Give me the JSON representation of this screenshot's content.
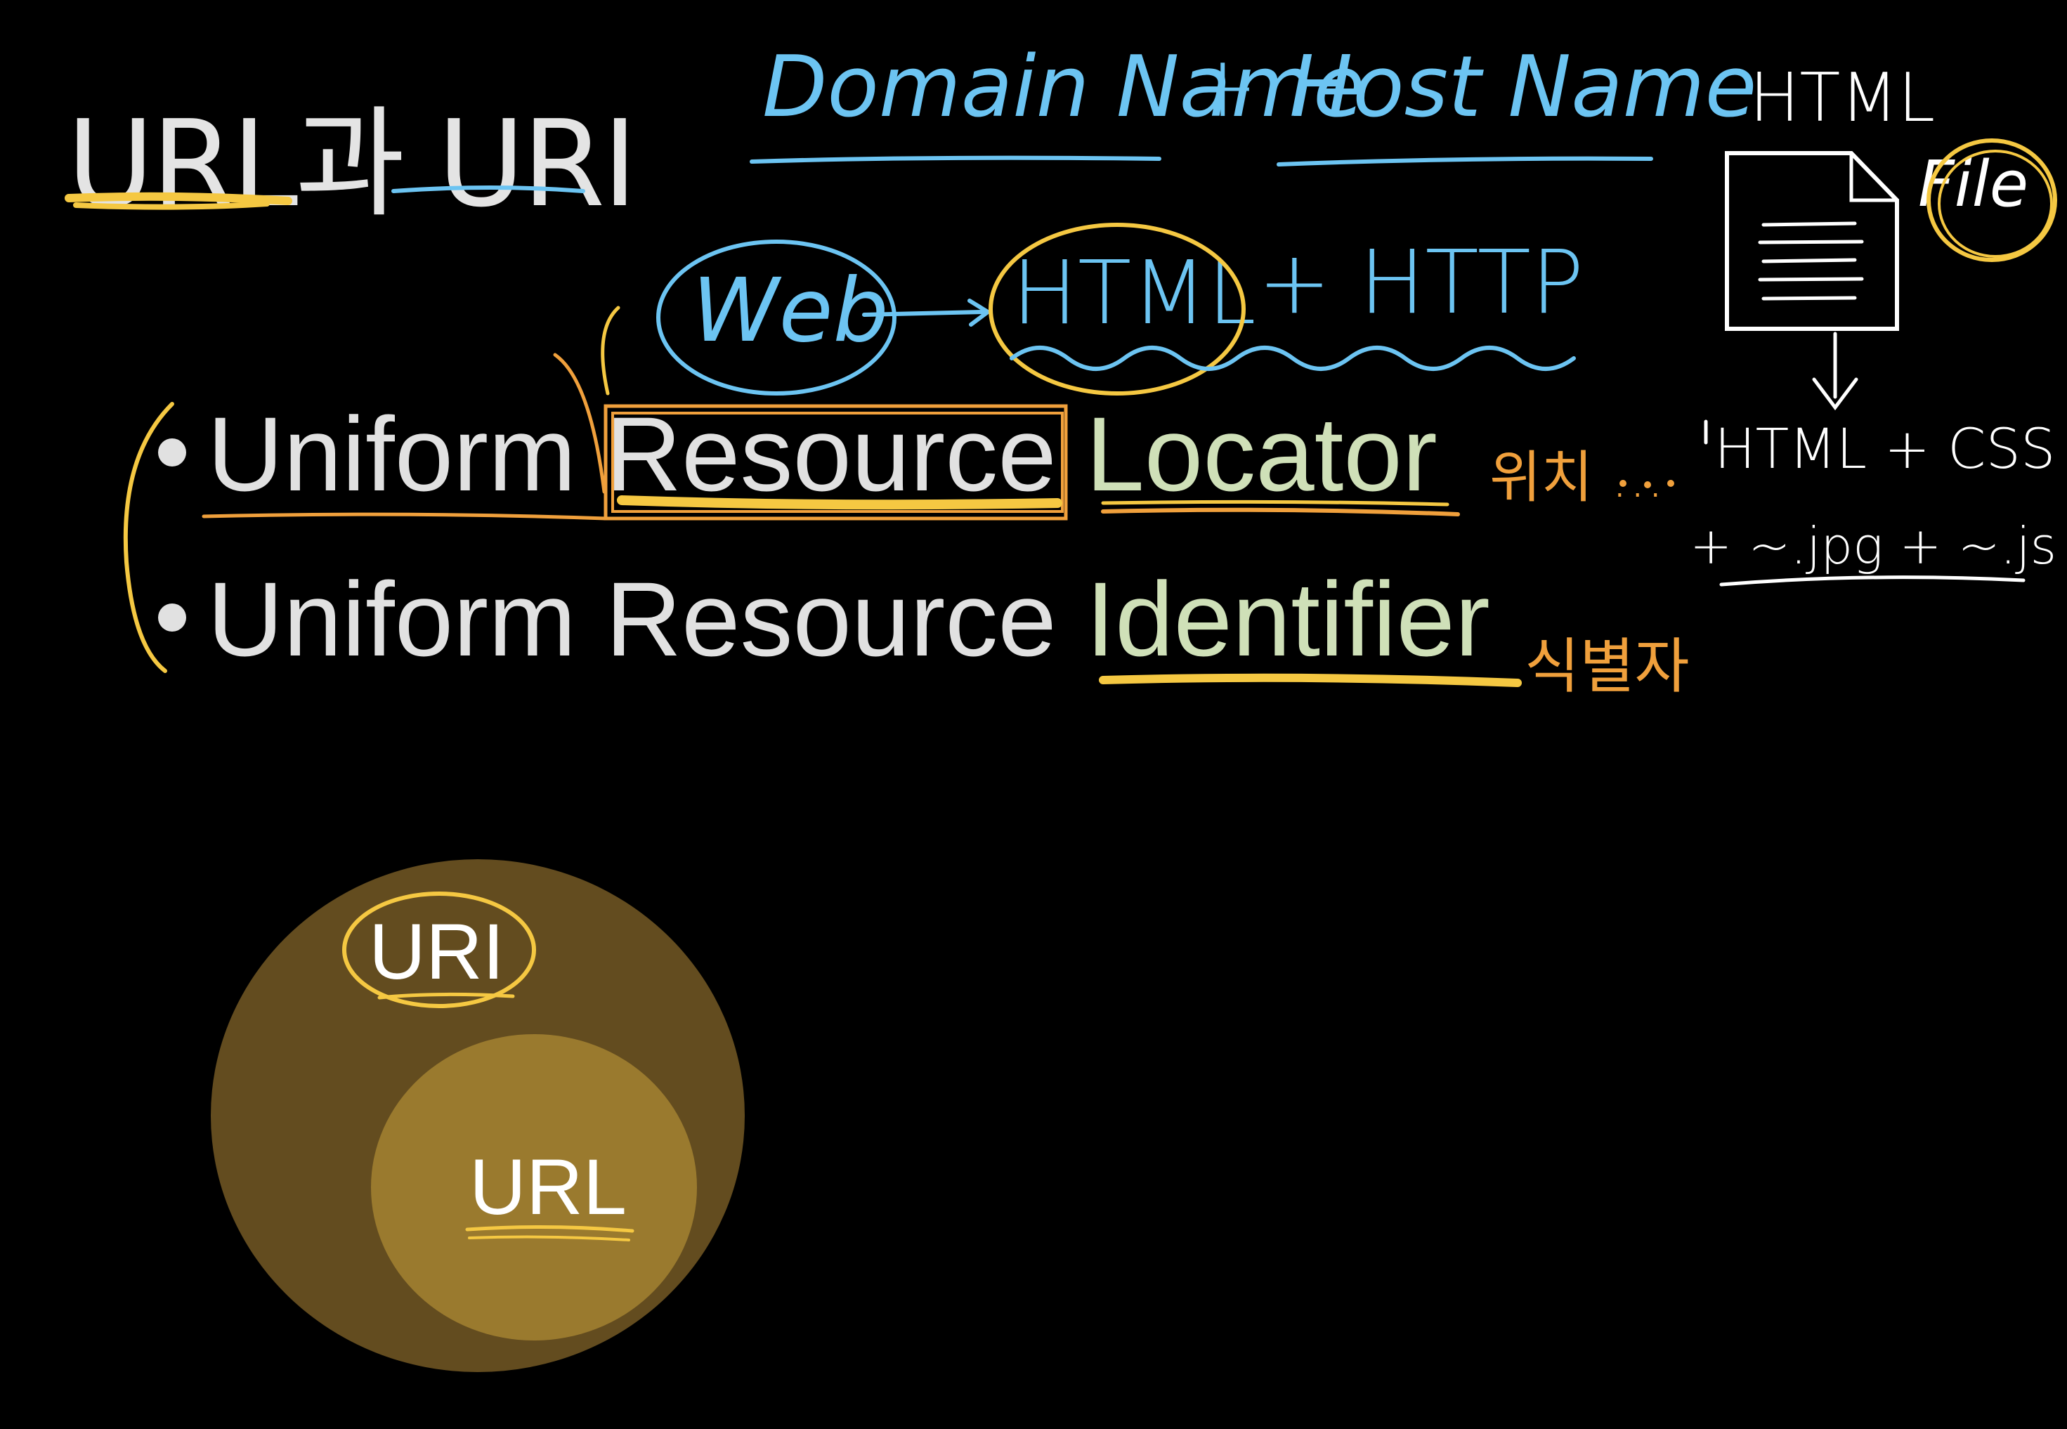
{
  "slide": {
    "title_part1": "URL과",
    "title_part2": "URI",
    "bullets": [
      {
        "prefix": "Uniform Resource",
        "highlight": "Locator"
      },
      {
        "prefix": "Uniform Resource",
        "highlight": "Identifier"
      }
    ]
  },
  "annotations": {
    "domain_name": "Domain Name",
    "plus_1": "+",
    "host_name": "Host Name",
    "web": "Web",
    "html": "HTML",
    "plus_http": "+ HTTP",
    "file_header": "HTML",
    "file_label": "File",
    "file_contents_line1": "HTML + CSS",
    "file_contents_line2": "+ ~.jpg + ~.js",
    "locator_note": "위치 ...",
    "identifier_note": "식별자"
  },
  "venn": {
    "outer_label": "URI",
    "inner_label": "URL",
    "outer_color": "#634c1f",
    "inner_color": "#9a7a2e"
  },
  "colors": {
    "background": "#000000",
    "text": "#e1e1e1",
    "highlight_text": "#cfe0b8",
    "blue_ink": "#6cc4f2",
    "orange_ink": "#f0a03c",
    "yellow_ink": "#f5c842",
    "white_ink": "#ffffff"
  }
}
